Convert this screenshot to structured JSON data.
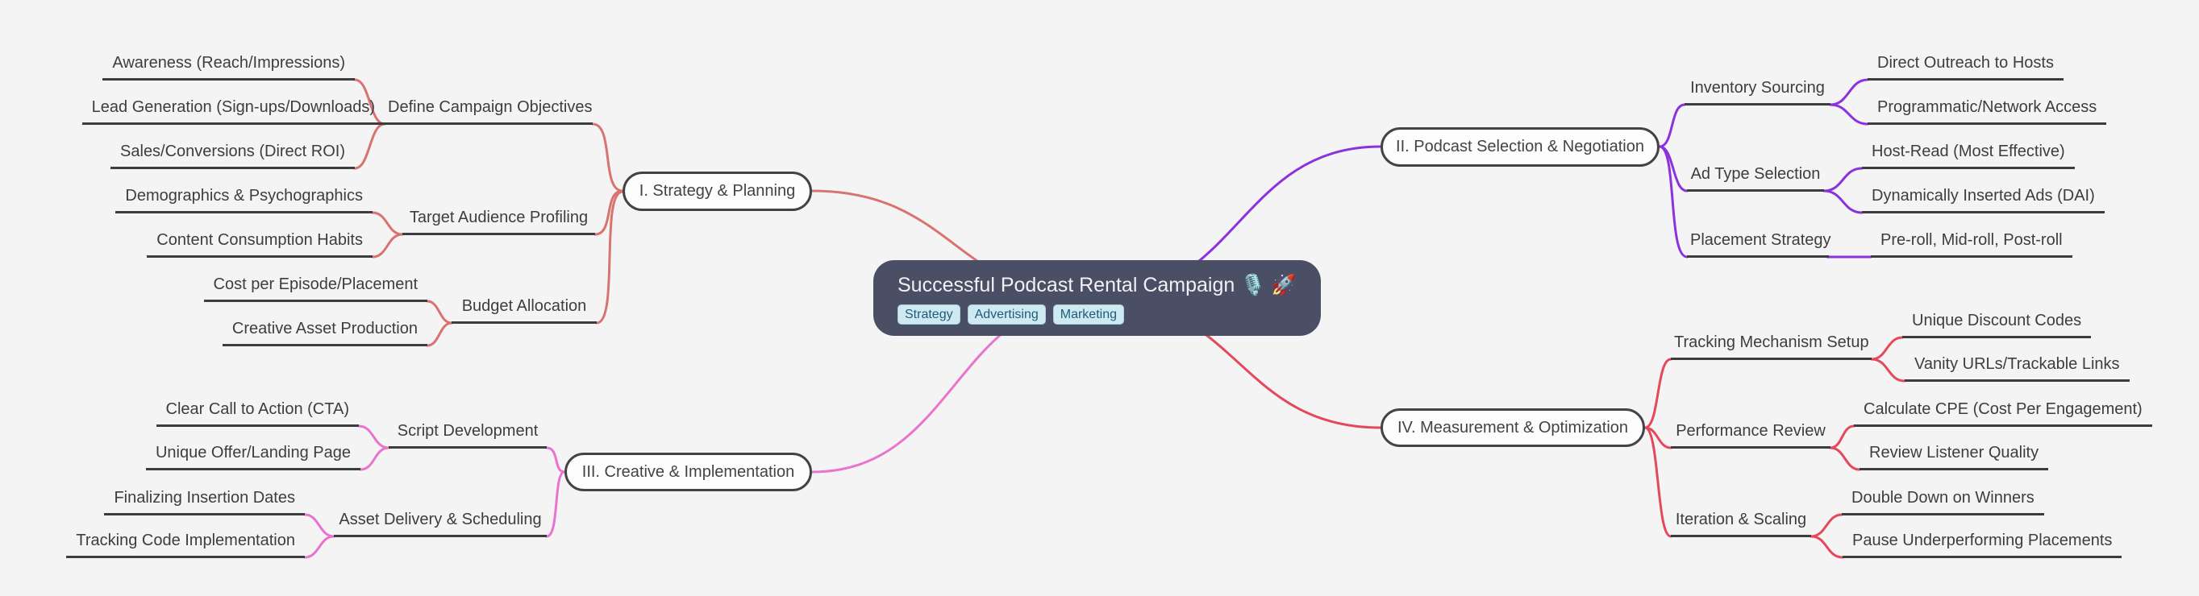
{
  "central": {
    "title": "Successful Podcast Rental Campaign",
    "microphone_emoji": "🎙️",
    "rocket_emoji": "🚀",
    "tags": [
      {
        "label": "Strategy"
      },
      {
        "label": "Advertising"
      },
      {
        "label": "Marketing"
      }
    ],
    "colors": {
      "node_bg": "#4b4f66",
      "tag_bg": "#cfe9f3",
      "tag_text": "#1d5d77"
    }
  },
  "branches": [
    {
      "label": "I. Strategy & Planning",
      "color": "#d8736f",
      "children": [
        {
          "label": "Define Campaign Objectives",
          "children": [
            {
              "label": "Awareness (Reach/Impressions)"
            },
            {
              "label": "Lead Generation (Sign-ups/Downloads)"
            },
            {
              "label": "Sales/Conversions (Direct ROI)"
            }
          ]
        },
        {
          "label": "Target Audience Profiling",
          "children": [
            {
              "label": "Demographics & Psychographics"
            },
            {
              "label": "Content Consumption Habits"
            }
          ]
        },
        {
          "label": "Budget Allocation",
          "children": [
            {
              "label": "Cost per Episode/Placement"
            },
            {
              "label": "Creative Asset Production"
            }
          ]
        }
      ]
    },
    {
      "label": "II. Podcast Selection & Negotiation",
      "color": "#8c32dd",
      "children": [
        {
          "label": "Inventory Sourcing",
          "children": [
            {
              "label": "Direct Outreach to Hosts"
            },
            {
              "label": "Programmatic/Network Access"
            }
          ]
        },
        {
          "label": "Ad Type Selection",
          "children": [
            {
              "label": "Host-Read (Most Effective)"
            },
            {
              "label": "Dynamically Inserted Ads (DAI)"
            }
          ]
        },
        {
          "label": "Placement Strategy",
          "children": [
            {
              "label": "Pre-roll, Mid-roll, Post-roll"
            }
          ]
        }
      ]
    },
    {
      "label": "III. Creative & Implementation",
      "color": "#e874ce",
      "children": [
        {
          "label": "Script Development",
          "children": [
            {
              "label": "Clear Call to Action (CTA)"
            },
            {
              "label": "Unique Offer/Landing Page"
            }
          ]
        },
        {
          "label": "Asset Delivery & Scheduling",
          "children": [
            {
              "label": "Finalizing Insertion Dates"
            },
            {
              "label": "Tracking Code Implementation"
            }
          ]
        }
      ]
    },
    {
      "label": "IV. Measurement & Optimization",
      "color": "#e5475b",
      "children": [
        {
          "label": "Tracking Mechanism Setup",
          "children": [
            {
              "label": "Unique Discount Codes"
            },
            {
              "label": "Vanity URLs/Trackable Links"
            }
          ]
        },
        {
          "label": "Performance Review",
          "children": [
            {
              "label": "Calculate CPE (Cost Per Engagement)"
            },
            {
              "label": "Review Listener Quality"
            }
          ]
        },
        {
          "label": "Iteration & Scaling",
          "children": [
            {
              "label": "Double Down on Winners"
            },
            {
              "label": "Pause Underperforming Placements"
            }
          ]
        }
      ]
    }
  ]
}
